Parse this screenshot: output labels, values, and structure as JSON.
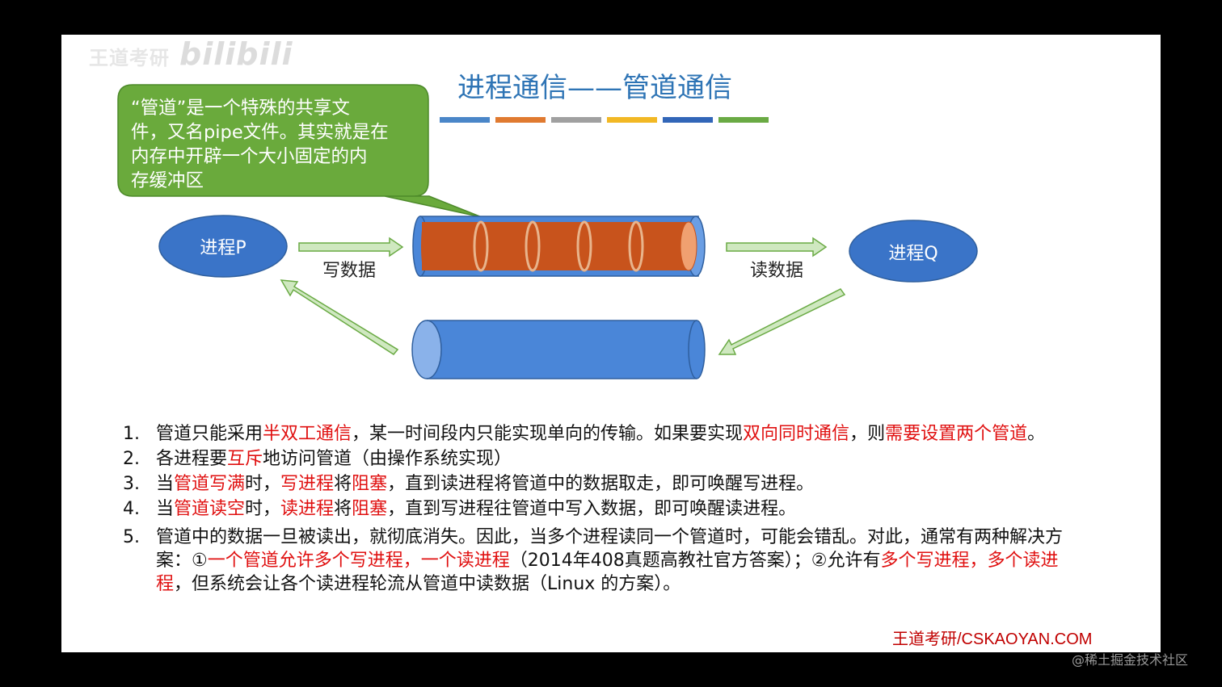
{
  "slide": {
    "watermark_top": "王道考研",
    "watermark_bili": "bilibili",
    "title": "进程通信——管道通信",
    "title_bar_colors": [
      "#4a86c8",
      "#e07a30",
      "#a0a0a0",
      "#f2b824",
      "#3266b8",
      "#6aaa44"
    ]
  },
  "callout": {
    "lines": [
      "“管道”是一个特殊的共享文",
      "件，又名pipe文件。其实就是在",
      "内存中开辟一个大小固定的内",
      "存缓冲区"
    ],
    "fill": "#6aaa3c"
  },
  "diagram": {
    "process_p": "进程P",
    "process_q": "进程Q",
    "write_label": "写数据",
    "read_label": "读数据",
    "ellipse_color": "#3a74c8",
    "pipe_full_color": "#c8531c",
    "pipe_empty_color": "#4a86d8"
  },
  "notes": [
    {
      "num": "1.",
      "segments": [
        {
          "text": "管道只能采用",
          "red": false
        },
        {
          "text": "半双工通信",
          "red": true
        },
        {
          "text": "，某一时间段内只能实现单向的传输。如果要实现",
          "red": false
        },
        {
          "text": "双向同时通信",
          "red": true
        },
        {
          "text": "，则",
          "red": false
        },
        {
          "text": "需要设置两个管道",
          "red": true
        },
        {
          "text": "。",
          "red": false
        }
      ]
    },
    {
      "num": "2.",
      "segments": [
        {
          "text": "各进程要",
          "red": false
        },
        {
          "text": "互斥",
          "red": true
        },
        {
          "text": "地访问管道（由操作系统实现）",
          "red": false
        }
      ]
    },
    {
      "num": "3.",
      "segments": [
        {
          "text": "当",
          "red": false
        },
        {
          "text": "管道写满",
          "red": true
        },
        {
          "text": "时，",
          "red": false
        },
        {
          "text": "写进程",
          "red": true
        },
        {
          "text": "将",
          "red": false
        },
        {
          "text": "阻塞",
          "red": true
        },
        {
          "text": "，直到读进程将管道中的数据取走，即可唤醒写进程。",
          "red": false
        }
      ]
    },
    {
      "num": "4.",
      "segments": [
        {
          "text": "当",
          "red": false
        },
        {
          "text": "管道读空",
          "red": true
        },
        {
          "text": "时，",
          "red": false
        },
        {
          "text": "读进程",
          "red": true
        },
        {
          "text": "将",
          "red": false
        },
        {
          "text": "阻塞",
          "red": true
        },
        {
          "text": "，直到写进程往管道中写入数据，即可唤醒读进程。",
          "red": false
        }
      ]
    },
    {
      "num": "5.",
      "segments": [
        {
          "text": "管道中的数据一旦被读出，就彻底消失。因此，当多个进程读同一个管道时，可能会错乱。对此，通常有两种解决方案：①",
          "red": false
        },
        {
          "text": "一个管道允许多个写进程，一个读进程",
          "red": true
        },
        {
          "text": "（2014年408真题高教社官方答案）；②允许有",
          "red": false
        },
        {
          "text": "多个写进程，多个读进程",
          "red": true
        },
        {
          "text": "，但系统会让各个读进程轮流从管道中读数据（Linux 的方案）。",
          "red": false
        }
      ]
    }
  ],
  "footer_brand": "王道考研/CSKAOYAN.COM",
  "corner_watermark": "@稀土掘金技术社区"
}
